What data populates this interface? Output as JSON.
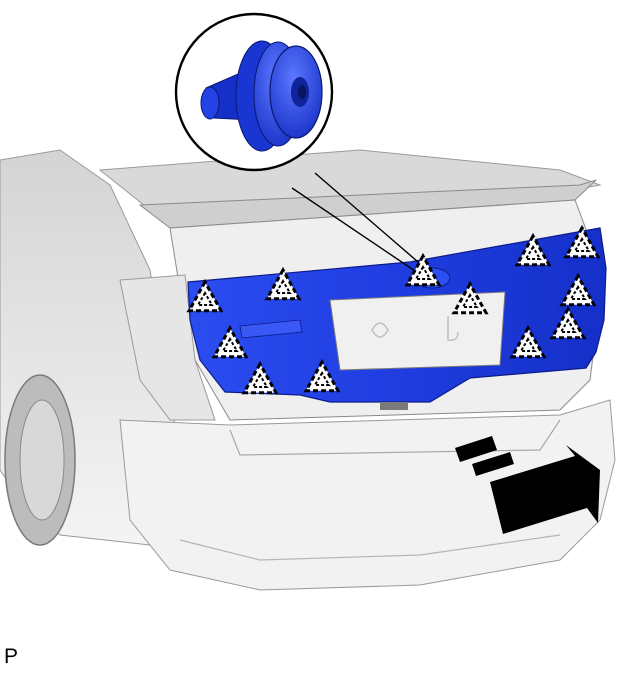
{
  "figure": {
    "label": "P",
    "panel_color": "#1f3de0",
    "clip_color": "#1f3de0",
    "body_color": "#e8e8e8",
    "outline_color": "#000000"
  },
  "callout": {
    "subject": "clip",
    "icon": "clip-icon"
  },
  "markers": {
    "icon": "clip-location-triangle-icon",
    "count": 12
  },
  "direction_arrow": {
    "icon": "removal-direction-arrow-icon"
  }
}
